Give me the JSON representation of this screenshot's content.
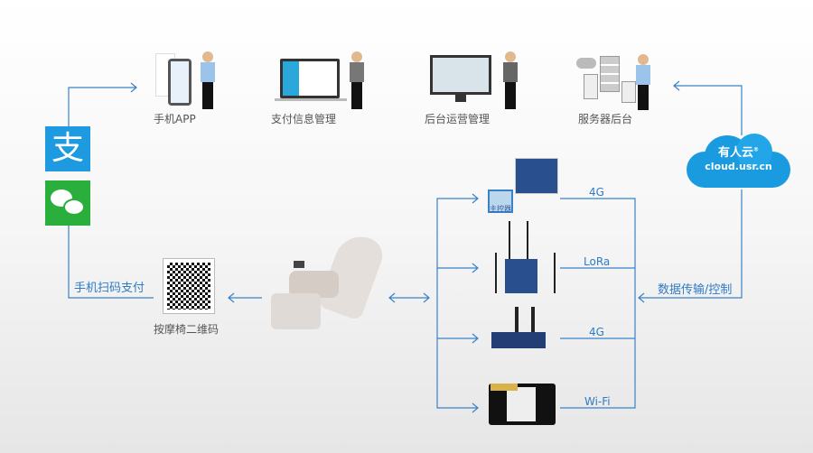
{
  "top_nodes": [
    {
      "label": "手机APP"
    },
    {
      "label": "支付信息管理"
    },
    {
      "label": "后台运营管理"
    },
    {
      "label": "服务器后台"
    }
  ],
  "payment": {
    "alipay_glyph": "支",
    "scan_label": "手机扫码支付"
  },
  "qr": {
    "label": "按摩椅二维码"
  },
  "controller": {
    "label": "主控器"
  },
  "links": [
    {
      "label": "4G"
    },
    {
      "label": "LoRa"
    },
    {
      "label": "4G"
    },
    {
      "label": "Wi-Fi"
    }
  ],
  "cloud": {
    "name": "有人云",
    "reg": "®",
    "url": "cloud.usr.cn",
    "link_label": "数据传输/控制"
  },
  "colors": {
    "line": "#3a82c8",
    "alipay": "#1e9be0",
    "wechat": "#2aae3c",
    "cloud": "#1a9be0"
  }
}
